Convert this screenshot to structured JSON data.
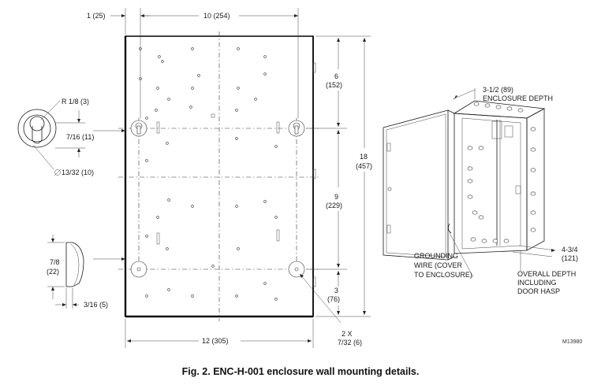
{
  "labels": {
    "top_offset": "1 (25)",
    "top_width": "10 (254)",
    "right_upper": "6",
    "right_upper_mm": "(152)",
    "right_middle": "9",
    "right_middle_mm": "(229)",
    "right_lower": "3",
    "right_lower_mm": "(76)",
    "overall_height": "18",
    "overall_height_mm": "(457)",
    "bottom_width": "12 (305)",
    "hole_count": "2 X",
    "hole_size": "7/32 (6)",
    "keyhole_radius": "R 1/8 (3)",
    "keyhole_depth": "7/16 (11)",
    "keyhole_dia": "13/32 (10)",
    "hasp_height": "7/8",
    "hasp_height_mm": "(22)",
    "hasp_thick": "3/16 (5)",
    "enclosure_depth_1": "3-1/2 (89)",
    "enclosure_depth_2": "ENCLOSURE DEPTH",
    "grounding_1": "GROUNDING",
    "grounding_2": "WIRE (COVER",
    "grounding_3": "TO ENCLOSURE)",
    "overall_dim_1": "4-3/4",
    "overall_dim_2": "(121)",
    "overall_1": "OVERALL DEPTH",
    "overall_2": "INCLUDING",
    "overall_3": "DOOR HASP",
    "drawing_code": "M13980"
  },
  "caption": "Fig. 2. ENC-H-001 enclosure wall mounting details."
}
